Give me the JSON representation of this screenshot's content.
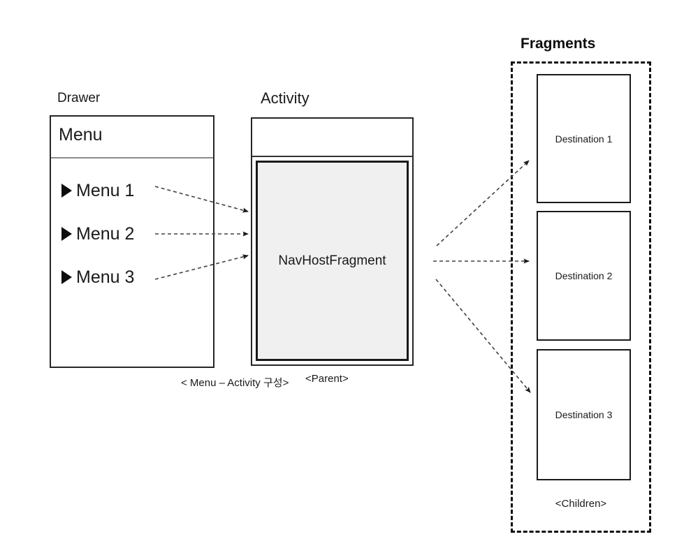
{
  "diagram": {
    "title_drawer": "Drawer",
    "title_activity": "Activity",
    "title_fragments": "Fragments",
    "colors": {
      "stroke": "#1a1a1a",
      "navhost_fill": "#f0f0f0",
      "divider": "#8c8c8c",
      "arrow": "#404040",
      "background": "#ffffff"
    }
  },
  "drawer": {
    "header": "Menu",
    "items": [
      {
        "label": "Menu 1",
        "bullet": "triangle-right-icon"
      },
      {
        "label": "Menu 2",
        "bullet": "triangle-right-icon"
      },
      {
        "label": "Menu 3",
        "bullet": "triangle-right-icon"
      }
    ]
  },
  "activity": {
    "navhost_label": "NavHostFragment",
    "parent_tag": "<Parent>",
    "caption": "< Menu – Activity 구성>"
  },
  "fragments": {
    "children_tag": "<Children>",
    "destinations": [
      {
        "label": "Destination 1"
      },
      {
        "label": "Destination 2"
      },
      {
        "label": "Destination 3"
      }
    ]
  },
  "connections": {
    "menu_to_navhost": [
      {
        "from": "Menu 1",
        "to": "NavHostFragment"
      },
      {
        "from": "Menu 2",
        "to": "NavHostFragment"
      },
      {
        "from": "Menu 3",
        "to": "NavHostFragment"
      }
    ],
    "navhost_to_destinations": [
      {
        "from": "NavHostFragment",
        "to": "Destination 1"
      },
      {
        "from": "NavHostFragment",
        "to": "Destination 2"
      },
      {
        "from": "NavHostFragment",
        "to": "Destination 3"
      }
    ]
  }
}
